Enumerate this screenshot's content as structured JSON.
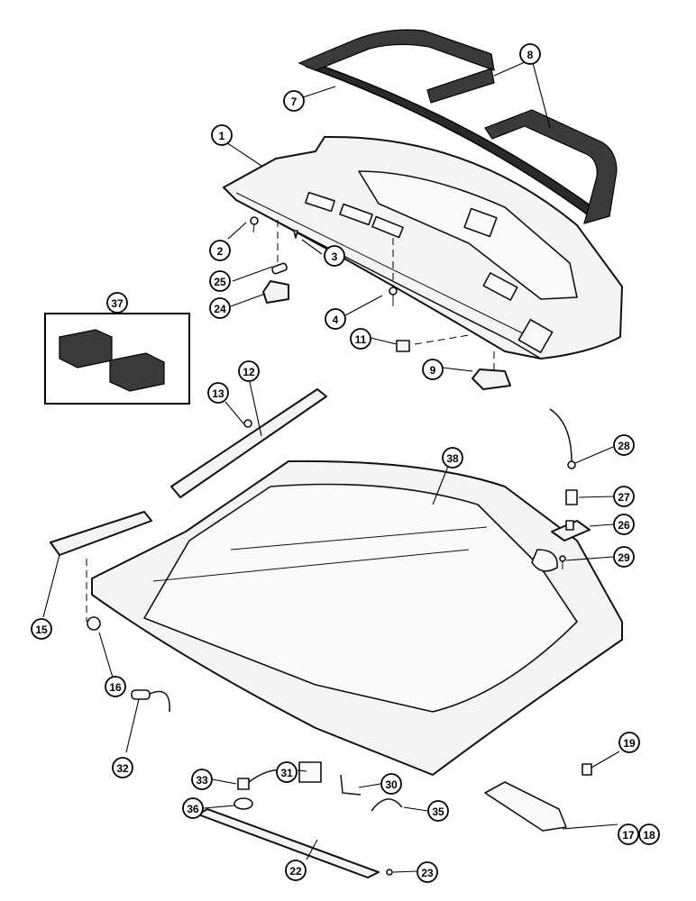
{
  "callouts": [
    {
      "id": "c1",
      "label": "1"
    },
    {
      "id": "c2",
      "label": "2"
    },
    {
      "id": "c3",
      "label": "3"
    },
    {
      "id": "c4",
      "label": "4"
    },
    {
      "id": "c7",
      "label": "7"
    },
    {
      "id": "c8",
      "label": "8"
    },
    {
      "id": "c9",
      "label": "9"
    },
    {
      "id": "c11",
      "label": "11"
    },
    {
      "id": "c12",
      "label": "12"
    },
    {
      "id": "c13",
      "label": "13"
    },
    {
      "id": "c15",
      "label": "15"
    },
    {
      "id": "c16",
      "label": "16"
    },
    {
      "id": "c17",
      "label": "17"
    },
    {
      "id": "c18",
      "label": "18"
    },
    {
      "id": "c19",
      "label": "19"
    },
    {
      "id": "c22",
      "label": "22"
    },
    {
      "id": "c23",
      "label": "23"
    },
    {
      "id": "c24",
      "label": "24"
    },
    {
      "id": "c25",
      "label": "25"
    },
    {
      "id": "c26",
      "label": "26"
    },
    {
      "id": "c27",
      "label": "27"
    },
    {
      "id": "c28",
      "label": "28"
    },
    {
      "id": "c29",
      "label": "29"
    },
    {
      "id": "c30",
      "label": "30"
    },
    {
      "id": "c31",
      "label": "31"
    },
    {
      "id": "c32",
      "label": "32"
    },
    {
      "id": "c33",
      "label": "33"
    },
    {
      "id": "c35",
      "label": "35"
    },
    {
      "id": "c36",
      "label": "36"
    },
    {
      "id": "c37",
      "label": "37"
    },
    {
      "id": "c38",
      "label": "38"
    }
  ]
}
